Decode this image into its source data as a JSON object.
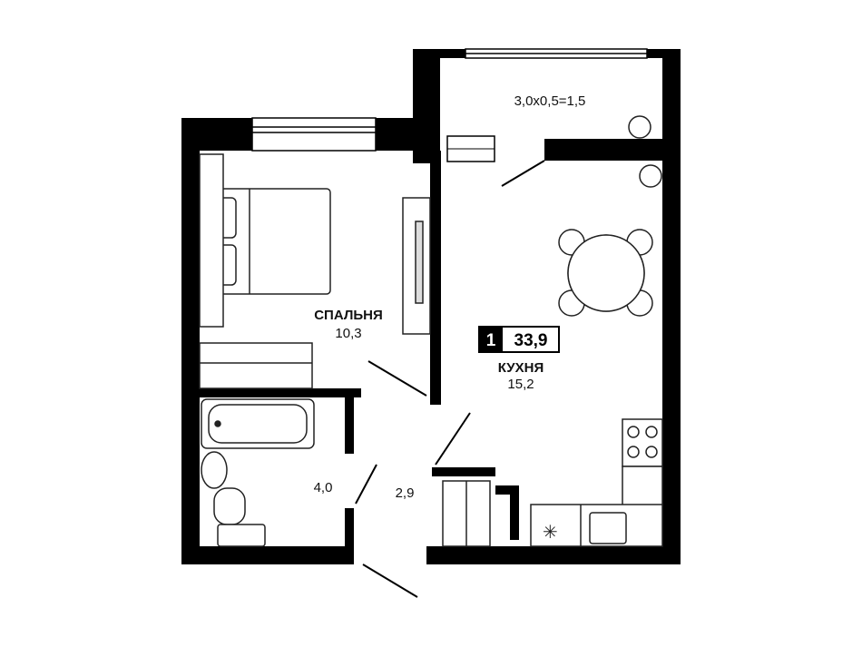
{
  "rooms": {
    "balcony": {
      "area": "3,0x0,5=1,5"
    },
    "bedroom": {
      "name": "СПАЛЬНЯ",
      "area": "10,3"
    },
    "kitchen": {
      "name": "КУХНЯ",
      "area": "15,2"
    },
    "bathroom": {
      "area": "4,0"
    },
    "hall": {
      "area": "2,9"
    }
  },
  "badge": {
    "rooms": "1",
    "total_area": "33,9"
  },
  "colors": {
    "wall": "#000000",
    "background": "#ffffff",
    "furniture_stroke": "#222222"
  }
}
